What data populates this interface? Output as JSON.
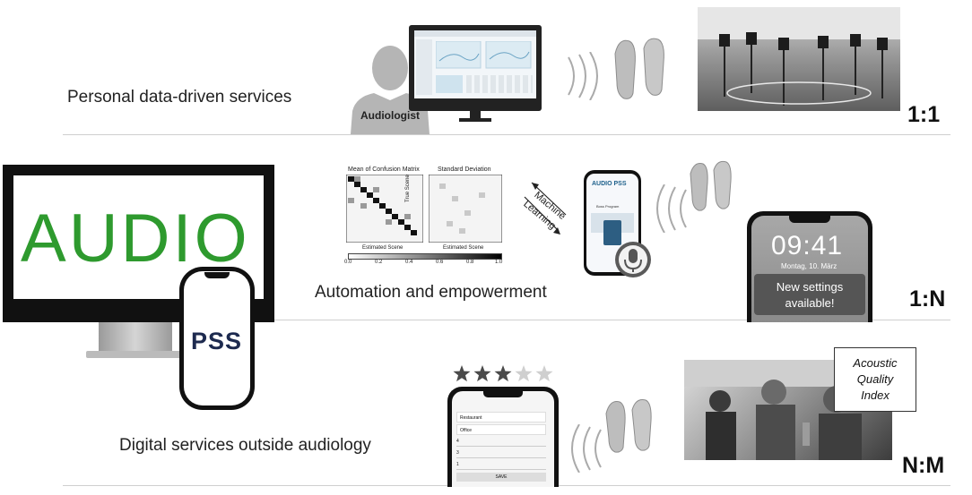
{
  "rows": [
    {
      "label": "Personal data-driven services",
      "ratio": "1:1"
    },
    {
      "label": "Automation and empowerment",
      "ratio": "1:N"
    },
    {
      "label": "Digital services outside audiology",
      "ratio": "N:M"
    }
  ],
  "audiologist_label": "Audiologist",
  "big_monitor": {
    "logo_text": "AUDIO",
    "app_logo": "PSS",
    "logo_color": "#2e9a2e"
  },
  "confusion": {
    "left_title": "Mean of Confusion Matrix",
    "right_title": "Standard Deviation",
    "xlabel": "Estimated Scene",
    "ylabel": "True Scene",
    "scale_ticks": [
      "0.0",
      "0.2",
      "0.4",
      "0.6",
      "0.8",
      "1.0"
    ]
  },
  "ml_label": {
    "line1": "Machine",
    "line2": "Learning"
  },
  "app_phone": {
    "brand": "AUDIO PSS",
    "program": "Boss Program"
  },
  "lock_phone": {
    "time": "09:41",
    "date": "Montag, 10. März",
    "notification": "New settings available!"
  },
  "rating": {
    "stars": 5,
    "filled": 3
  },
  "aqi_label": {
    "line1": "Acoustic",
    "line2": "Quality",
    "line3": "Index"
  },
  "form_phone": {
    "fields": [
      "Restaurant",
      "Office",
      "4",
      "3",
      "1"
    ],
    "save_label": "SAVE"
  },
  "icons": [
    "person-silhouette",
    "hearing-aid",
    "sound-wave",
    "microphone",
    "star"
  ]
}
